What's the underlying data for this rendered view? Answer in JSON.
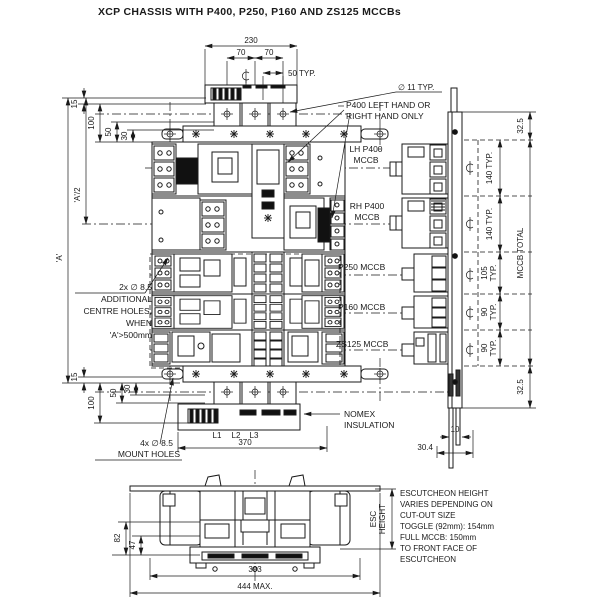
{
  "colors": {
    "line": "#1a1a1a",
    "background": "#ffffff",
    "dark_fill": "#111111"
  },
  "title": "XCP CHASSIS WITH P400, P250, P160 AND ZS125 MCCBs",
  "plan": {
    "dim_width_230": "230",
    "dim_pitch_70_left": "70",
    "dim_pitch_70_right": "70",
    "dim_50_typ": "50 TYP.",
    "dim_hole_dia": "∅ 11 TYP.",
    "note_p400_hand_1": "P400 LEFT HAND OR",
    "note_p400_hand_2": "RIGHT HAND ONLY",
    "dim_15_top": "15",
    "dim_100_top": "100",
    "dim_50_top": "50",
    "dim_30_top": "30",
    "dim_a_half": "'A'/2",
    "dim_a": "'A'",
    "dim_15_bottom": "15",
    "dim_100_bottom": "100",
    "dim_50_bottom": "50",
    "dim_30_bottom": "30",
    "note_centre_holes_1": "2x ∅ 8.5",
    "note_centre_holes_2": "ADDITIONAL",
    "note_centre_holes_3": "CENTRE HOLES,",
    "note_centre_holes_4": "WHEN",
    "note_centre_holes_5": "'A'>500mm",
    "note_mount_holes_1": "4x ∅ 8.5",
    "note_mount_holes_2": "MOUNT HOLES",
    "label_lh_p400_1": "LH P400",
    "label_lh_p400_2": "MCCB",
    "label_rh_p400_1": "RH P400",
    "label_rh_p400_2": "MCCB",
    "label_p250": "P250 MCCB",
    "label_p160": "P160 MCCB",
    "label_zs125": "ZS125 MCCB",
    "label_nomex_1": "NOMEX",
    "label_nomex_2": "INSULATION",
    "phase_l1": "L1",
    "phase_l2": "L2",
    "phase_l3": "L3",
    "dim_370": "370"
  },
  "side": {
    "dim_32_5_top": "32.5",
    "dim_140_lh": "140 TYP.",
    "dim_140_rh": "140 TYP.",
    "dim_105": "105",
    "dim_105_typ": "TYP.",
    "dim_90_p160": "90",
    "dim_90_p160_typ": "TYP.",
    "dim_90_zs125": "90",
    "dim_90_zs125_typ": "TYP.",
    "dim_32_5_bottom": "32.5",
    "dim_mccb_total": "MCCB TOTAL",
    "dim_10": "10",
    "dim_30_4": "30.4"
  },
  "front": {
    "dim_82": "82",
    "dim_47": "47",
    "dim_393": "393",
    "dim_444": "444 MAX.",
    "dim_esc_1": "ESC",
    "dim_esc_2": "HEIGHT",
    "note_escutcheon_1": "ESCUTCHEON HEIGHT",
    "note_escutcheon_2": "VARIES DEPENDING ON",
    "note_escutcheon_3": "CUT-OUT SIZE",
    "note_escutcheon_4": "TOGGLE (92mm): 154mm",
    "note_escutcheon_5": "FULL MCCB: 150mm",
    "note_escutcheon_6": "TO FRONT FACE OF",
    "note_escutcheon_7": "ESCUTCHEON"
  }
}
